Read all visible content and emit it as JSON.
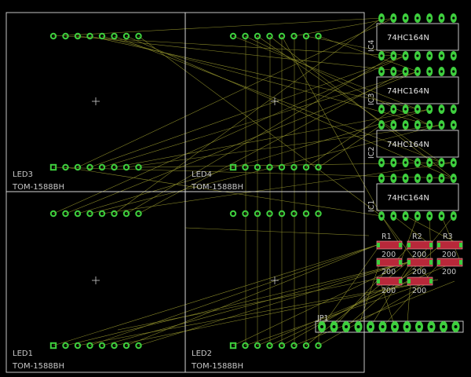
{
  "colors": {
    "background": "#000000",
    "outline": "#d9d9d9",
    "pad": "#3ecf3e",
    "airwire": "#8c8c2a",
    "resistor": "#b8283a",
    "text": "#c8c8c8"
  },
  "displays": [
    {
      "name": "LED3",
      "part": "TOM-1588BH"
    },
    {
      "name": "LED4",
      "part": "TOM-1588BH"
    },
    {
      "name": "LED1",
      "part": "TOM-1588BH"
    },
    {
      "name": "LED2",
      "part": "TOM-1588BH"
    }
  ],
  "ics": [
    {
      "ref": "IC4",
      "part": "74HC164N"
    },
    {
      "ref": "IC3",
      "part": "74HC164N"
    },
    {
      "ref": "IC2",
      "part": "74HC164N"
    },
    {
      "ref": "IC1",
      "part": "74HC164N"
    }
  ],
  "resistor_headers": [
    "R1",
    "R2",
    "R3"
  ],
  "resistors": [
    {
      "value": "200"
    },
    {
      "value": "200"
    },
    {
      "value": "200"
    },
    {
      "value": "200"
    },
    {
      "value": "200"
    },
    {
      "value": "200"
    },
    {
      "value": "200"
    },
    {
      "value": "200"
    }
  ],
  "connector": {
    "ref": "JP1"
  }
}
